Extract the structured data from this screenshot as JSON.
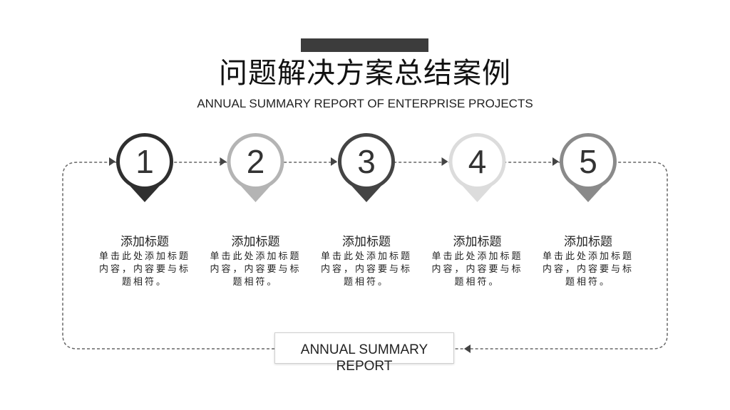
{
  "header": {
    "title": "问题解决方案总结案例",
    "subtitle": "ANNUAL SUMMARY REPORT OF ENTERPRISE PROJECTS"
  },
  "steps": [
    {
      "number": "1",
      "title": "添加标题",
      "desc": "单击此处添加标题内容，内容要与标题相符。",
      "fill": "#2f2f2f"
    },
    {
      "number": "2",
      "title": "添加标题",
      "desc": "单击此处添加标题内容，内容要与标题相符。",
      "fill": "#b4b4b4"
    },
    {
      "number": "3",
      "title": "添加标题",
      "desc": "单击此处添加标题内容，内容要与标题相符。",
      "fill": "#444444"
    },
    {
      "number": "4",
      "title": "添加标题",
      "desc": "单击此处添加标题内容，内容要与标题相符。",
      "fill": "#dcdcdc"
    },
    {
      "number": "5",
      "title": "添加标题",
      "desc": "单击此处添加标题内容，内容要与标题相符。",
      "fill": "#8a8a8a"
    }
  ],
  "footer": {
    "label": "ANNUAL SUMMARY REPORT"
  },
  "colors": {
    "bar": "#3c3c3c",
    "line": "#666666"
  }
}
